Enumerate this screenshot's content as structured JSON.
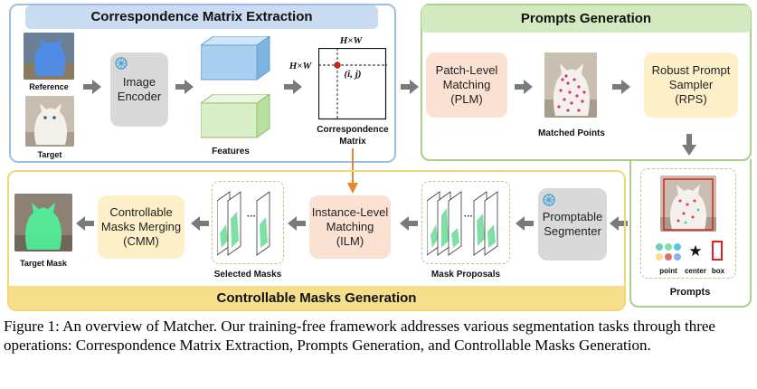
{
  "panels": {
    "cme_title": "Correspondence Matrix Extraction",
    "pg_title": "Prompts Generation",
    "cmg_title": "Controllable Masks Generation"
  },
  "cme": {
    "reference_label": "Reference",
    "target_label": "Target",
    "encoder_line1": "Image",
    "encoder_line2": "Encoder",
    "features_label": "Features",
    "matrix_top": "H×W",
    "matrix_left": "H×W",
    "matrix_point": "(i, j)",
    "matrix_label_line1": "Correspondence",
    "matrix_label_line2": "Matrix"
  },
  "pg": {
    "plm_line1": "Patch-Level",
    "plm_line2": "Matching",
    "plm_line3": "(PLM)",
    "matched_points_label": "Matched Points",
    "rps_line1": "Robust Prompt",
    "rps_line2": "Sampler",
    "rps_line3": "(RPS)",
    "prompts_label": "Prompts",
    "point_label": "point",
    "center_label": "center",
    "box_label": "box",
    "center_glyph": "★"
  },
  "cmg": {
    "segmenter_line1": "Promptable",
    "segmenter_line2": "Segmenter",
    "mask_proposals_label": "Mask Proposals",
    "ilm_line1": "Instance-Level",
    "ilm_line2": "Matching",
    "ilm_line3": "(ILM)",
    "selected_masks_label": "Selected Masks",
    "cmm_line1": "Controllable",
    "cmm_line2": "Masks Merging",
    "cmm_line3": "(CMM)",
    "target_mask_label": "Target Mask",
    "ellipsis": "···"
  },
  "caption": {
    "text": "Figure 1: An overview of Matcher. Our training-free framework addresses various segmentation tasks through three operations: Correspondence Matrix Extraction, Prompts Generation, and Controllable Masks Generation."
  },
  "colors": {
    "cme_border": "#9fbde0",
    "cme_header": "#c9dcf2",
    "pg_border": "#a9cf8a",
    "pg_header": "#d3e9bf",
    "cmg_border": "#f2d774",
    "cmg_header": "#f6df8c",
    "arrow": "#7a7a7a",
    "orange_arrow": "#e8862c",
    "module_gray": "#d9d9d9",
    "module_peach": "#fbe1d2",
    "module_cream": "#fdf0c8",
    "mask_green": "#7fe0a5",
    "point_red": "#e02020",
    "point_pink": "#f06aa0"
  }
}
